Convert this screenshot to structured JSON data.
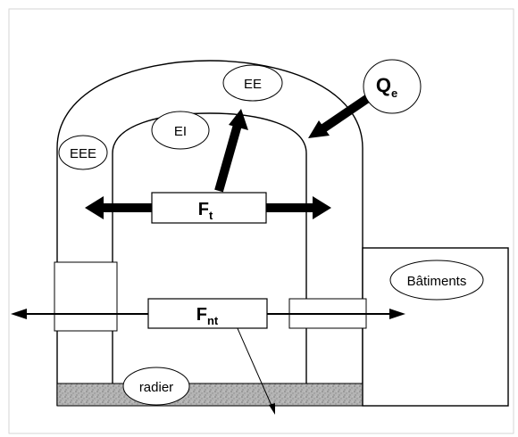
{
  "labels": {
    "ee": "EE",
    "ei": "EI",
    "eee": "EEE",
    "qe": {
      "main": "Q",
      "sub": "e"
    },
    "ft": {
      "main": "F",
      "sub": "t"
    },
    "fnt": {
      "main": "F",
      "sub": "nt"
    },
    "batiments": "Bâtiments",
    "radier": "radier"
  },
  "colors": {
    "line": "#000000",
    "background": "#ffffff",
    "radier_fill": "#a9a9a9",
    "frame": "#d6d6d6"
  }
}
